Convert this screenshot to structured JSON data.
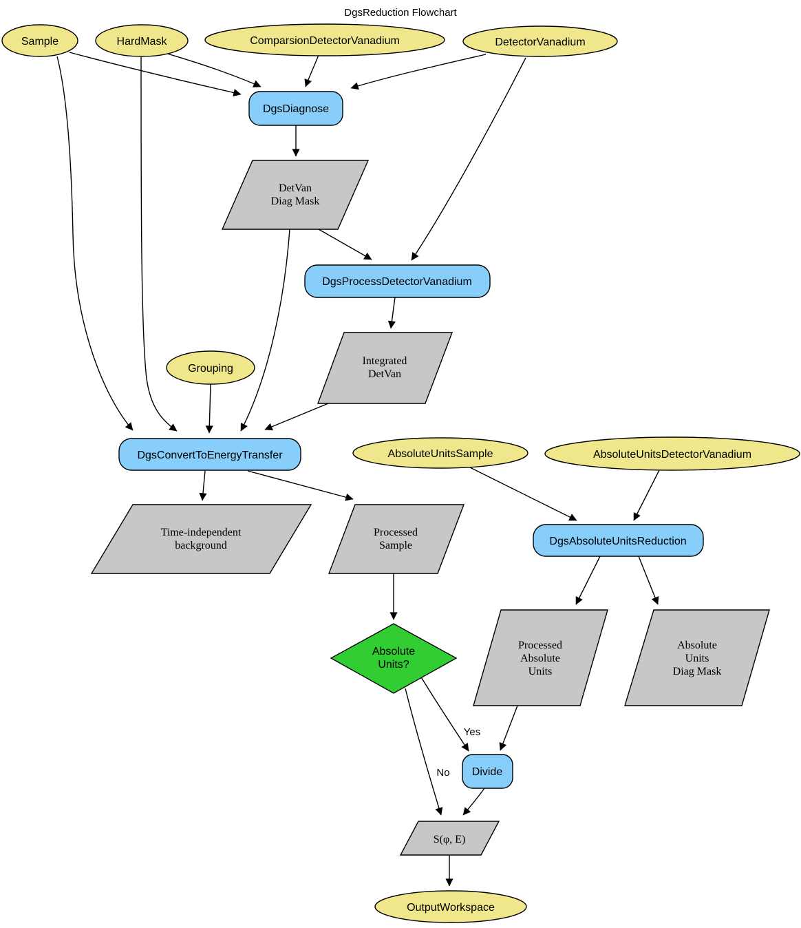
{
  "title": "DgsReduction Flowchart",
  "colors": {
    "parameter_fill": "#F0E68C",
    "algorithm_fill": "#87CEFA",
    "decision_fill": "#32CD32",
    "data_fill": "#C7C7C7",
    "stroke": "#000000",
    "background": "#FFFFFF"
  },
  "nodes": {
    "sample": {
      "label": "Sample"
    },
    "hardmask": {
      "label": "HardMask"
    },
    "comparsion_detector_vanadium": {
      "label": "ComparsionDetectorVanadium"
    },
    "detector_vanadium": {
      "label": "DetectorVanadium"
    },
    "dgs_diagnose": {
      "label": "DgsDiagnose"
    },
    "detvan_diag_mask": {
      "lines": [
        "DetVan",
        "Diag Mask"
      ]
    },
    "dgs_process_detector_vanadium": {
      "label": "DgsProcessDetectorVanadium"
    },
    "integrated_detvan": {
      "lines": [
        "Integrated",
        "DetVan"
      ]
    },
    "grouping": {
      "label": "Grouping"
    },
    "dgs_convert_to_energy_transfer": {
      "label": "DgsConvertToEnergyTransfer"
    },
    "absolute_units_sample": {
      "label": "AbsoluteUnitsSample"
    },
    "absolute_units_detector_vanadium": {
      "label": "AbsoluteUnitsDetectorVanadium"
    },
    "dgs_absolute_units_reduction": {
      "label": "DgsAbsoluteUnitsReduction"
    },
    "time_independent_background": {
      "lines": [
        "Time-independent",
        "background"
      ]
    },
    "processed_sample": {
      "lines": [
        "Processed",
        "Sample"
      ]
    },
    "absolute_units_decision": {
      "lines": [
        "Absolute",
        "Units?"
      ]
    },
    "processed_absolute_units": {
      "lines": [
        "Processed",
        "Absolute",
        "Units"
      ]
    },
    "absolute_units_diag_mask": {
      "lines": [
        "Absolute",
        "Units",
        "Diag Mask"
      ]
    },
    "divide": {
      "label": "Divide"
    },
    "s_phi_e": {
      "label": "S(φ, E)"
    },
    "output_workspace": {
      "label": "OutputWorkspace"
    }
  },
  "edge_labels": {
    "yes": "Yes",
    "no": "No"
  }
}
